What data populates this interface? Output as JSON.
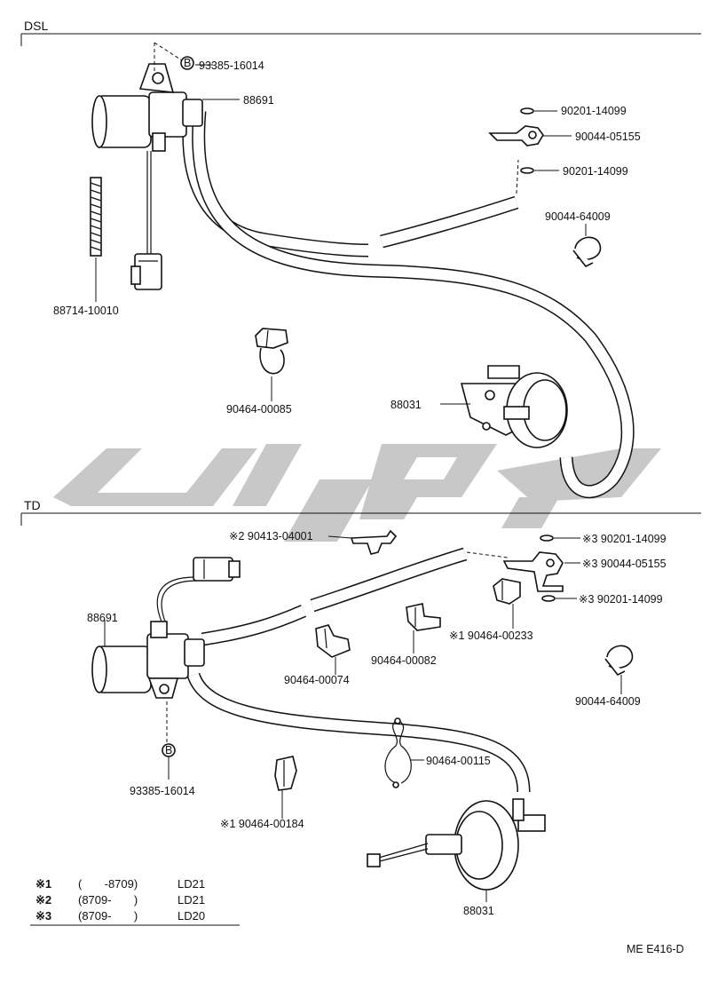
{
  "sections": {
    "dsl": "DSL",
    "td": "TD"
  },
  "labels": {
    "dsl_93385": "93385-16014",
    "dsl_88691": "88691",
    "dsl_90201_top": "90201-14099",
    "dsl_90044_05155": "90044-05155",
    "dsl_90201_bot": "90201-14099",
    "dsl_90044_64009": "90044-64009",
    "dsl_88714": "88714-10010",
    "dsl_90464_00085": "90464-00085",
    "dsl_88031": "88031",
    "td_90413": "※2 90413-04001",
    "td_90201_top": "※3 90201-14099",
    "td_90044_05155": "※3 90044-05155",
    "td_90201_bot": "※3 90201-14099",
    "td_88691": "88691",
    "td_90464_00233": "※1 90464-00233",
    "td_90464_00082": "90464-00082",
    "td_90464_00074": "90464-00074",
    "td_90044_64009": "90044-64009",
    "td_90464_00115": "90464-00115",
    "td_93385": "93385-16014",
    "td_90464_00184": "※1 90464-00184",
    "td_88031": "88031"
  },
  "bolt_marker": "B",
  "legend": [
    {
      "mark": "※1",
      "range": "(       -8709)",
      "code": "LD21"
    },
    {
      "mark": "※2",
      "range": "(8709-       )",
      "code": "LD21"
    },
    {
      "mark": "※3",
      "range": "(8709-       )",
      "code": "LD20"
    }
  ],
  "figure_code": "ME E416-D",
  "colors": {
    "ink": "#111111",
    "watermark": "#c8c8c8",
    "background": "#ffffff"
  }
}
